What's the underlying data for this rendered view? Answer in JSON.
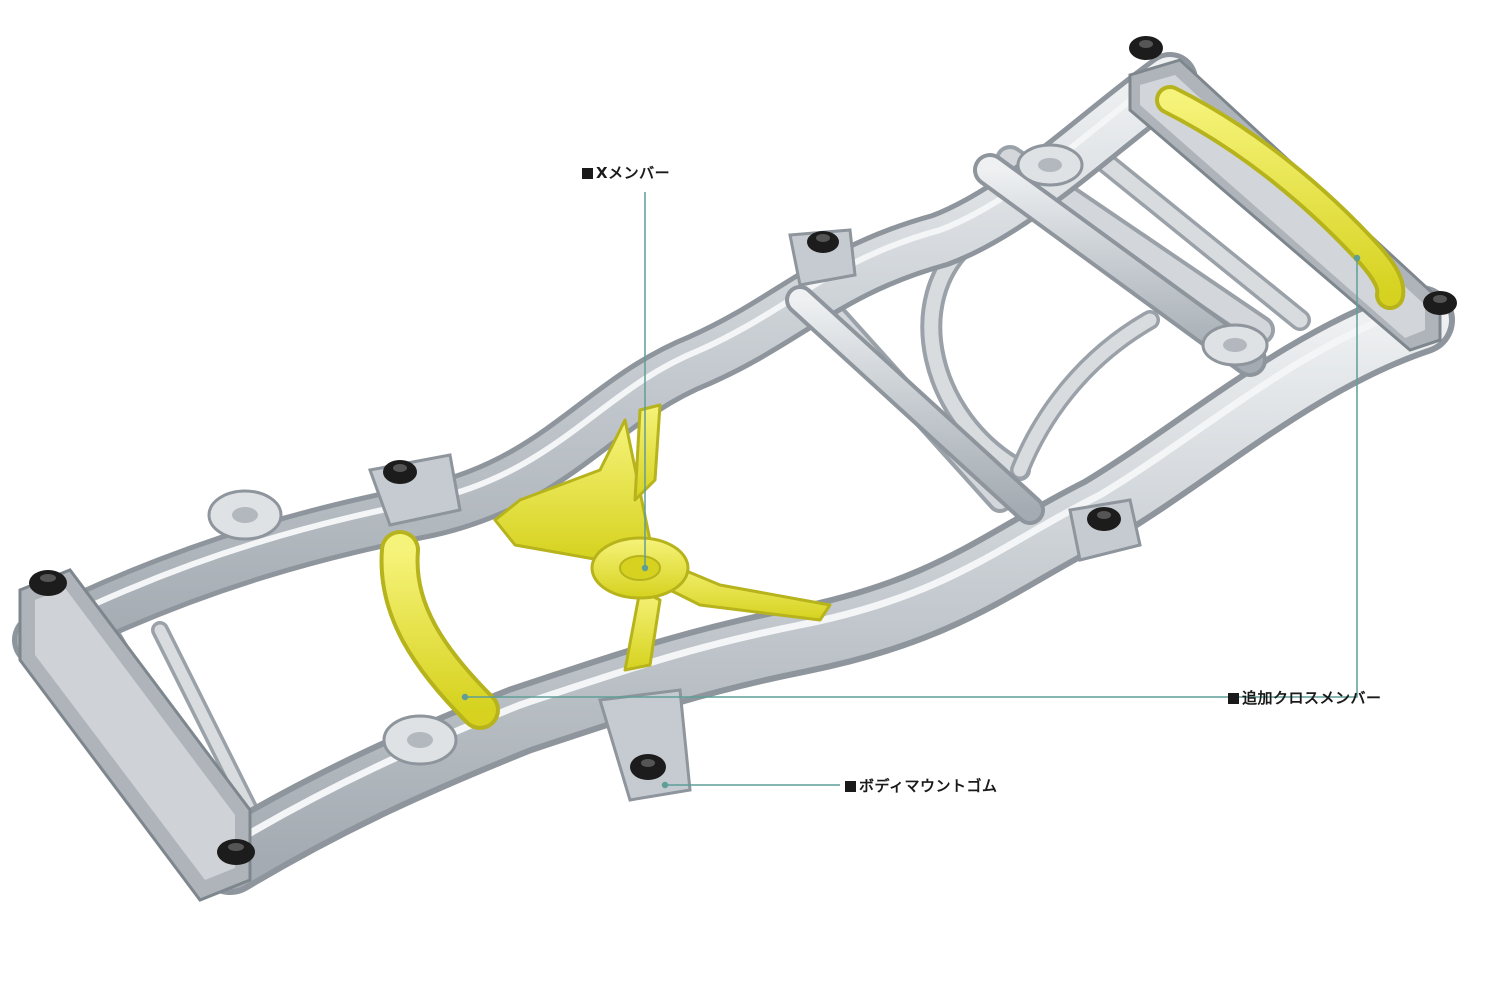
{
  "colors": {
    "background": "#ffffff",
    "frame": "#c9ced3",
    "frame_edge": "#8e959c",
    "highlight": "#ecea3f",
    "highlight_edge": "#b6b31c",
    "leader": "#5f9e97",
    "mount": "#1c1c1c"
  },
  "callouts": [
    {
      "id": "x-member",
      "text": "Xメンバー"
    },
    {
      "id": "cross-member",
      "text": "追加クロスメンバー"
    },
    {
      "id": "body-mount",
      "text": "ボディマウントゴム"
    }
  ]
}
